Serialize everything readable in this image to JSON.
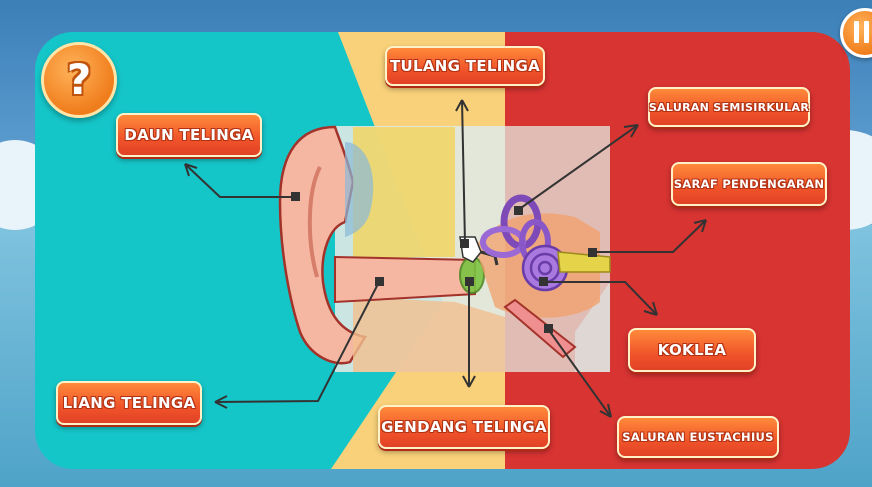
{
  "colors": {
    "left_panel": "#15c6c9",
    "middle_panel": "#f9d17a",
    "right_panel": "#d83432",
    "label_fill": "#f0542a",
    "button_orange": "#f07d1c"
  },
  "buttons": {
    "help": {
      "icon": "question-mark-icon",
      "glyph": "?"
    },
    "pause": {
      "icon": "pause-icon"
    }
  },
  "labels": {
    "daun_telinga": "DAUN TELINGA",
    "tulang_telinga": "TULANG TELINGA",
    "saluran_semisirkular": "SALURAN SEMISIRKULAR",
    "saraf_pendengaran": "SARAF PENDENGARAN",
    "koklea": "KOKLEA",
    "saluran_eustachius": "SALURAN EUSTACHIUS",
    "gendang_telinga": "GENDANG TELINGA",
    "liang_telinga": "LIANG TELINGA"
  },
  "diagram": {
    "icon": "ear-anatomy-diagram"
  }
}
